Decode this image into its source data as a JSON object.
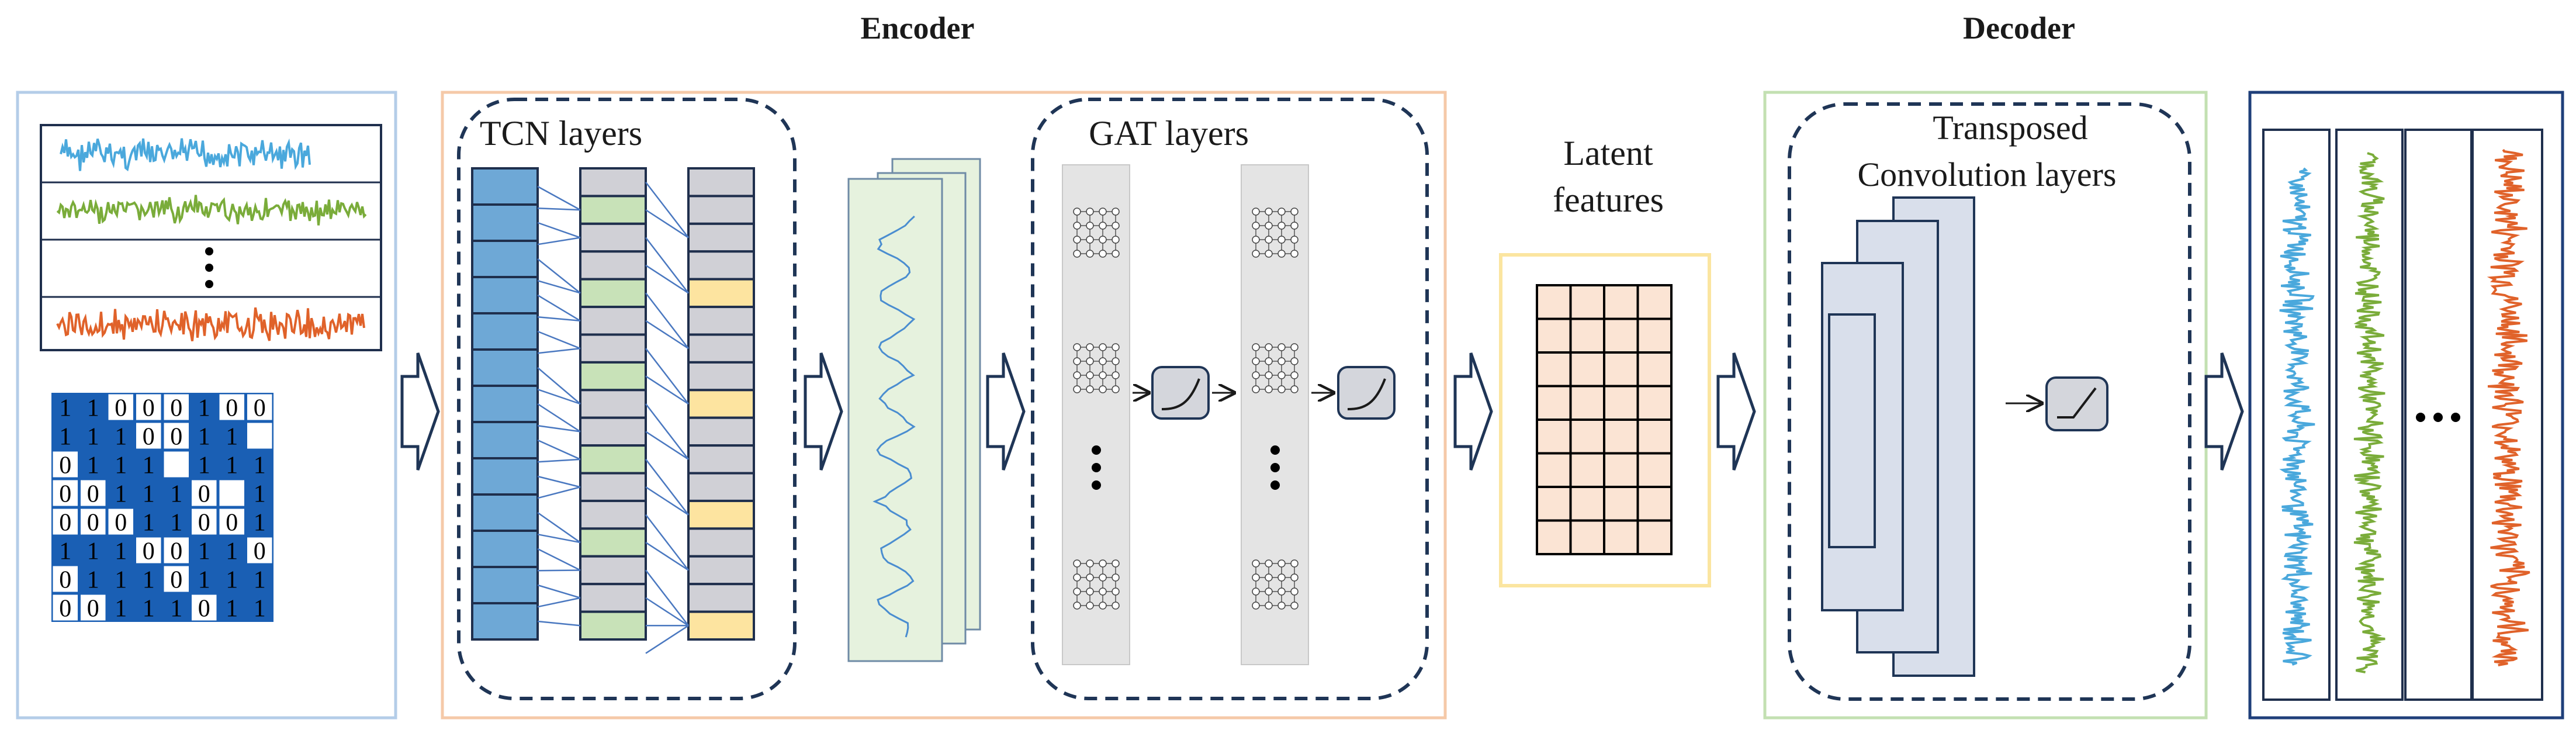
{
  "labels": {
    "encoder": "Encoder",
    "decoder": "Decoder",
    "tcn_layers": "TCN layers",
    "gat_layers": "GAT layers",
    "latent_line1": "Latent",
    "latent_line2": "features",
    "transposed_line1": "Transposed",
    "transposed_line2": "Convolution layers"
  },
  "binary_matrix": [
    [
      "1",
      "1",
      "0",
      "0",
      "0",
      "1",
      "0",
      "0"
    ],
    [
      "1",
      "1",
      "1",
      "0",
      "0",
      "1",
      "1",
      ""
    ],
    [
      "0",
      "1",
      "1",
      "1",
      "",
      "1",
      "1",
      "1"
    ],
    [
      "0",
      "0",
      "1",
      "1",
      "1",
      "0",
      "",
      "1"
    ],
    [
      "0",
      "0",
      "0",
      "1",
      "1",
      "0",
      "0",
      "1"
    ],
    [
      "1",
      "1",
      "1",
      "0",
      "0",
      "1",
      "1",
      "0"
    ],
    [
      "0",
      "1",
      "1",
      "1",
      "0",
      "1",
      "1",
      "1"
    ],
    [
      "0",
      "0",
      "1",
      "1",
      "1",
      "0",
      "1",
      "1"
    ]
  ],
  "colors": {
    "input_border": "#b4cde8",
    "encoder_border": "#f5c9a8",
    "latent_border": "#fbe5a0",
    "decoder_border": "#c3e0b2",
    "output_border": "#1f3f7a",
    "dashed": "#1f3556",
    "signal_blue": "#4aa8dc",
    "signal_green": "#7aac3a",
    "signal_orange": "#e0622a",
    "tcn_blue": "#6ea8d6",
    "tcn_gray": "#d0d0d6",
    "tcn_green": "#c8e2b8",
    "tcn_yellow": "#fde4a0",
    "feature_map_fill": "#e6f2de",
    "matrix_blue": "#1a5fb4",
    "latent_cell": "#fbe4d4",
    "deconv_fill": "#d9dfeb",
    "arrow_stroke": "#1f3556"
  },
  "icons": [
    "activation-icon",
    "block-arrow-icon",
    "graph-icon",
    "ellipsis-icon"
  ]
}
